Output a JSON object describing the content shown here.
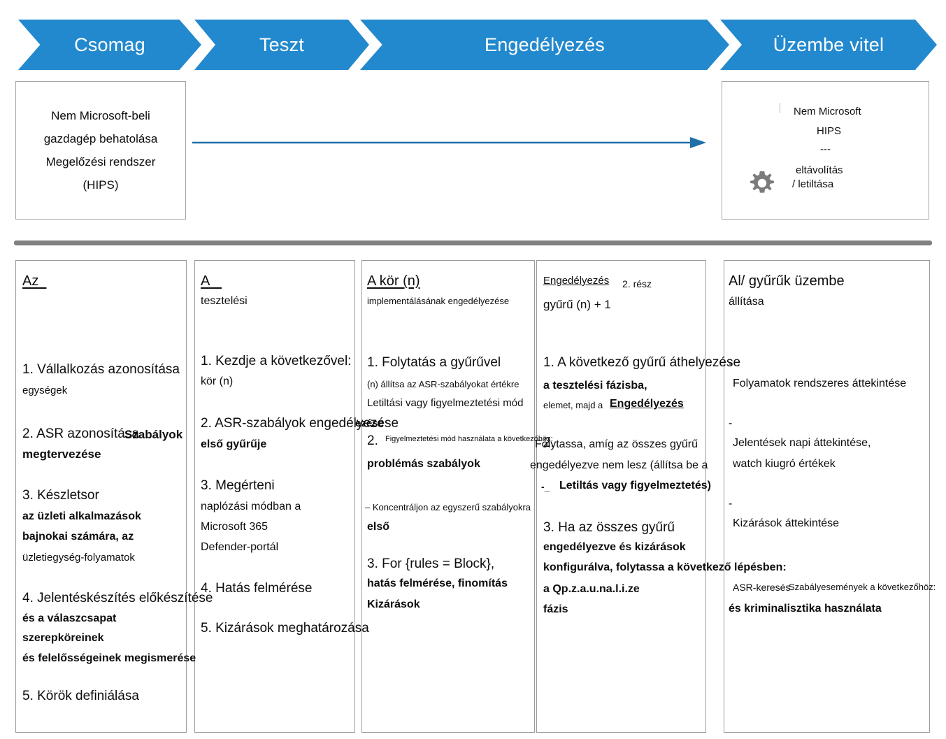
{
  "banner": {
    "phases": [
      {
        "label": "Csomag"
      },
      {
        "label": "Teszt"
      },
      {
        "label": "Engedélyezés"
      },
      {
        "label": "Üzembe vitel"
      }
    ]
  },
  "top": {
    "hips_box": {
      "line1": "Nem Microsoft-beli",
      "line2": "gazdagép behatolása",
      "line3": "Megelőzési rendszer",
      "line4": "(HIPS)"
    },
    "arrow_color": "#1F6FA8",
    "remove_box": {
      "line1": "Nem Microsoft",
      "line2": "HIPS",
      "line3": "---",
      "line4": "eltávolítás",
      "line5": "/ letiltása",
      "icon": "gear-icon"
    }
  },
  "columns": [
    {
      "id": "col-package",
      "heading": "Az",
      "subheading": "",
      "items": [
        "1. Vállalkozás azonosítása",
        "egységek",
        "2. ASR azonosítása",
        "Szabályok",
        "megtervezése",
        "3. Készletsor",
        "az üzleti alkalmazások",
        "bajnokai számára, az",
        "üzletiegység-folyamatok",
        "4.  Jelentéskészítés előkészítése",
        "és a válaszcsapat",
        "szerepköreinek",
        "és felelősségeinek megismerése",
        "5. Körök definiálása"
      ]
    },
    {
      "id": "col-test",
      "heading": "A",
      "subheading": "tesztelési",
      "items": [
        "1. Kezdje a következővel:",
        "kör (n)",
        "2. ASR-szabályok engedélyezése",
        "első gyűrűje",
        "3. Megérteni",
        "naplózási módban a",
        "Microsoft 365",
        "Defender-portál",
        "4. Hatás felmérése",
        "5. Kizárások meghatározása"
      ]
    },
    {
      "id": "col-enable-a",
      "heading": "A kör (n)",
      "subheading": "implementálásának engedélyezése",
      "items": [
        "1. Folytatás a gyűrűvel",
        "(n) állítsa az ASR-szabályokat értékre",
        "Letiltási vagy figyelmeztetési mód",
        "ezése",
        "2.",
        "Figyelmeztetési mód használata a következőhöz:",
        "problémás szabályok",
        "–  Koncentráljon az egyszerű szabályokra",
        "első",
        "3.  For {rules = Block},",
        "hatás felmérése, finomítás",
        "Kizárások"
      ]
    },
    {
      "id": "col-enable-b",
      "heading": "Engedélyezés",
      "heading_suffix": "2. rész",
      "subheading": "gyűrű (n) + 1",
      "items": [
        "1.  A következő gyűrű áthelyezése",
        "a tesztelési fázisba,",
        "elemet, majd a",
        "Engedélyezés",
        "2.",
        "Folytassa, amíg az összes gyűrű",
        "engedélyezve nem lesz (állítsa be a",
        "-_",
        "Letiltás vagy figyelmeztetés)",
        "3. Ha az összes gyűrű",
        "engedélyezve és kizárások",
        "konfigurálva, folytassa a következő lépésben:",
        "a Qp.z.a.u.na.l.i.ze",
        "fázis"
      ]
    },
    {
      "id": "col-operationalize",
      "heading": "Al/ gyűrűk üzembe",
      "subheading": "állítása",
      "items": [
        "-",
        "Folyamatok rendszeres áttekintése",
        "-",
        "Jelentések napi áttekintése,",
        "watch kiugró értékek",
        "-",
        "Kizárások áttekintése",
        "ASR-keresés",
        "Szabályesemények a következőhöz:",
        "és kriminalisztika használata"
      ]
    }
  ]
}
